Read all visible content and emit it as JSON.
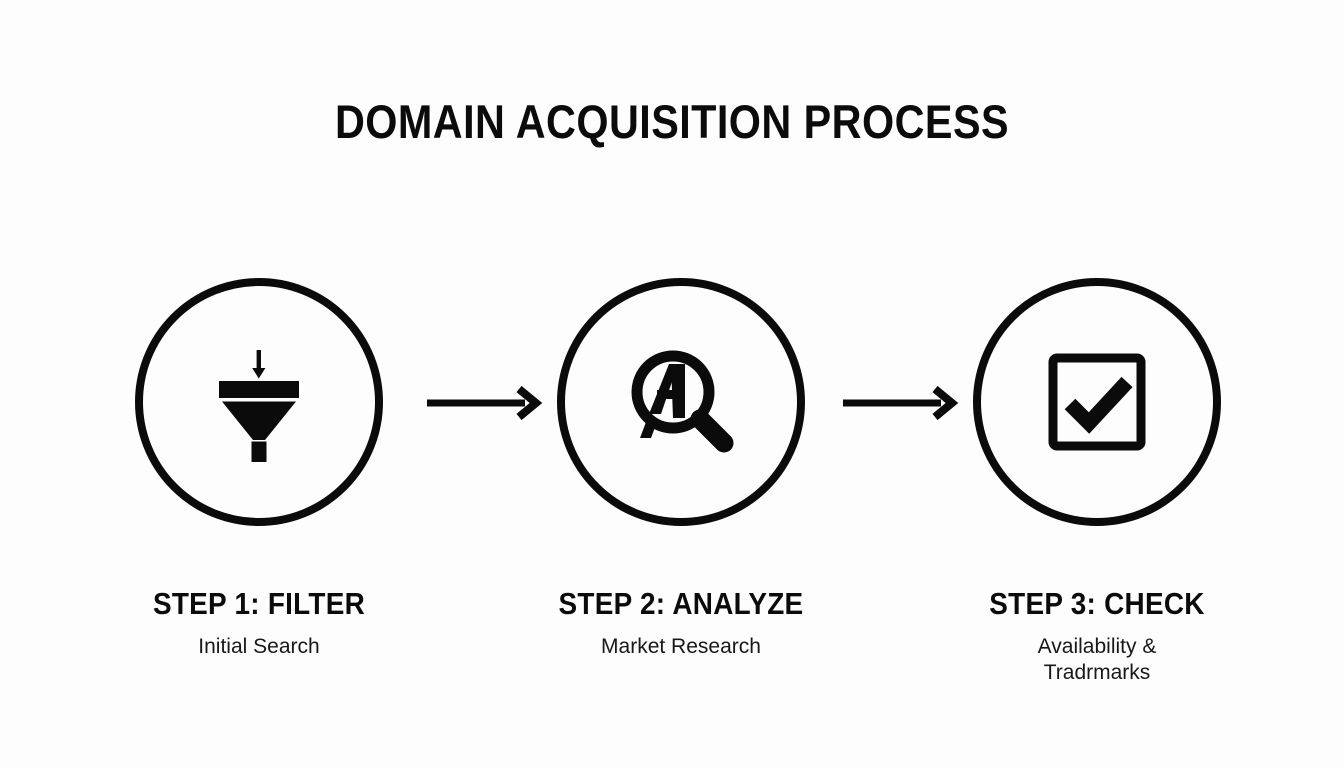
{
  "slide": {
    "title": "DOMAIN ACQUISITION PROCESS",
    "background_color": "#fdfdfd",
    "ink_color": "#0b0b0b"
  },
  "steps": [
    {
      "heading": "STEP 1: FILTER",
      "subtitle_lines": [
        "Initial Search"
      ],
      "icon": "funnel-filter-icon"
    },
    {
      "heading": "STEP 2: ANALYZE",
      "subtitle_lines": [
        "Market Research"
      ],
      "icon": "magnifying-glass-letter-a-icon"
    },
    {
      "heading": "STEP 3: CHECK",
      "subtitle_lines": [
        "Availability &",
        "Tradrmarks"
      ],
      "icon": "checked-checkbox-icon"
    }
  ],
  "connectors": [
    {
      "name": "arrow-right-icon"
    },
    {
      "name": "arrow-right-icon"
    }
  ]
}
